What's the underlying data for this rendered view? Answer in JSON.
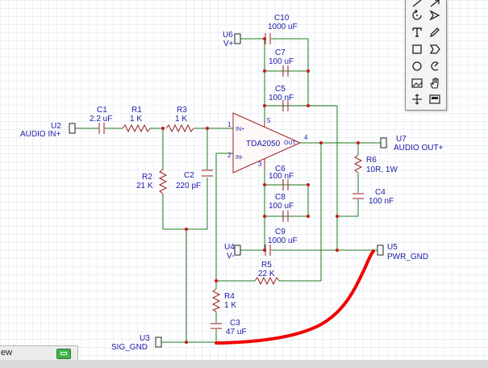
{
  "ports": {
    "u2": {
      "ref": "U2",
      "net": "AUDIO IN+"
    },
    "u3": {
      "ref": "U3",
      "net": "SIG_GND"
    },
    "u4": {
      "ref": "U4",
      "net": "V-"
    },
    "u5": {
      "ref": "U5",
      "net": "PWR_GND"
    },
    "u6": {
      "ref": "U6",
      "net": "V+"
    },
    "u7": {
      "ref": "U7",
      "net": "AUDIO OUT+"
    }
  },
  "components": {
    "c1": {
      "ref": "C1",
      "value": "2.2 uF"
    },
    "r1": {
      "ref": "R1",
      "value": "1 K"
    },
    "r3": {
      "ref": "R3",
      "value": "1 K"
    },
    "r2": {
      "ref": "R2",
      "value": "21 K"
    },
    "c2": {
      "ref": "C2",
      "value": "220 pF"
    },
    "c10": {
      "ref": "C10",
      "value": "1000 uF"
    },
    "c7": {
      "ref": "C7",
      "value": "100 uF"
    },
    "c5": {
      "ref": "C5",
      "value": "100 nF"
    },
    "c6": {
      "ref": "C6",
      "value": "100 nF"
    },
    "c8": {
      "ref": "C8",
      "value": "100 uF"
    },
    "c9": {
      "ref": "C9",
      "value": "1000 uF"
    },
    "r5": {
      "ref": "R5",
      "value": "22 K"
    },
    "r4": {
      "ref": "R4",
      "value": "1 K"
    },
    "c3": {
      "ref": "C3",
      "value": "47 uF"
    },
    "r6": {
      "ref": "R6",
      "value": "10R, 1W"
    },
    "c4": {
      "ref": "C4",
      "value": "100 nF"
    }
  },
  "amplifier": {
    "name": "TDA2050",
    "out_label": "OUT",
    "in_plus_label": "IN+",
    "in_minus_label": "IN-",
    "pin1": "1",
    "pin2": "2",
    "pin3": "3",
    "pin4": "4",
    "pin5": "5"
  },
  "statusbar": {
    "text": "ew"
  },
  "toolbar": {
    "tools": [
      "line-tool",
      "arrow-tool",
      "circle-arrow-tool",
      "pointer-tool",
      "text-tool",
      "pen-tool",
      "rectangle-tool",
      "shape-tool",
      "ellipse-tool",
      "arc-tool",
      "image-tool",
      "hand-tool",
      "move-tool",
      "screen-tool"
    ]
  },
  "colors": {
    "wire": "#1e7a1e",
    "symbol": "#9b1f1f",
    "label": "#1a1aa6",
    "annotation": "#ee0000",
    "grid": "#cfd6e8"
  }
}
